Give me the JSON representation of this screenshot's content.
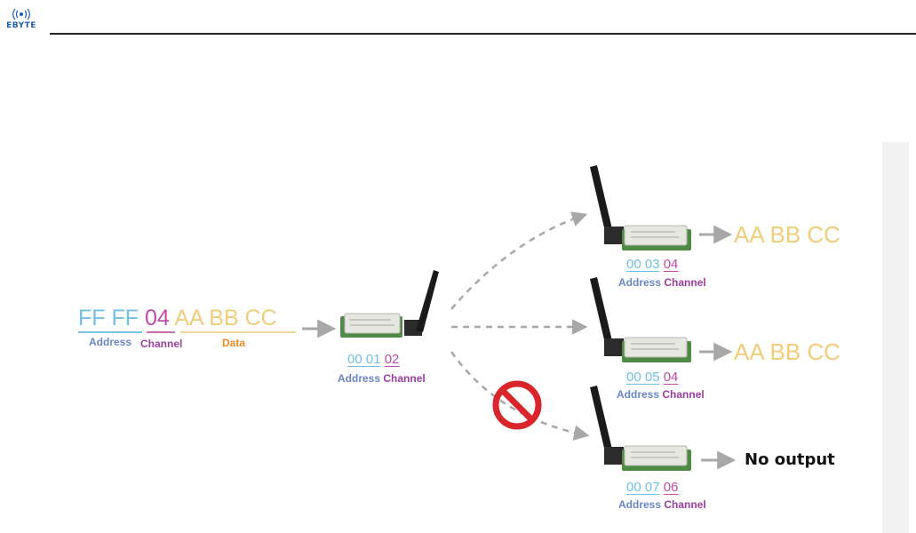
{
  "header": {
    "logo_text": "EBYTE"
  },
  "sender": {
    "address_hex": "FF FF",
    "channel_hex": "04",
    "data_hex": "AA BB CC",
    "address_label": "Address",
    "channel_label": "Channel",
    "data_label": "Data"
  },
  "transmitter": {
    "address": "00 01",
    "channel": "02",
    "address_label": "Address",
    "channel_label": "Channel"
  },
  "receivers": [
    {
      "address": "00 03",
      "channel": "04",
      "address_label": "Address",
      "channel_label": "Channel",
      "output": "AA BB CC"
    },
    {
      "address": "00 05",
      "channel": "04",
      "address_label": "Address",
      "channel_label": "Channel",
      "output": "AA BB CC"
    },
    {
      "address": "00 07",
      "channel": "06",
      "address_label": "Address",
      "channel_label": "Channel",
      "output": "No output"
    }
  ],
  "colors": {
    "address": "#6fbfe6",
    "channel": "#c04aa8",
    "data": "#f1cc7a",
    "arrow": "#a8a8a8",
    "blocked": "#d8262c"
  }
}
